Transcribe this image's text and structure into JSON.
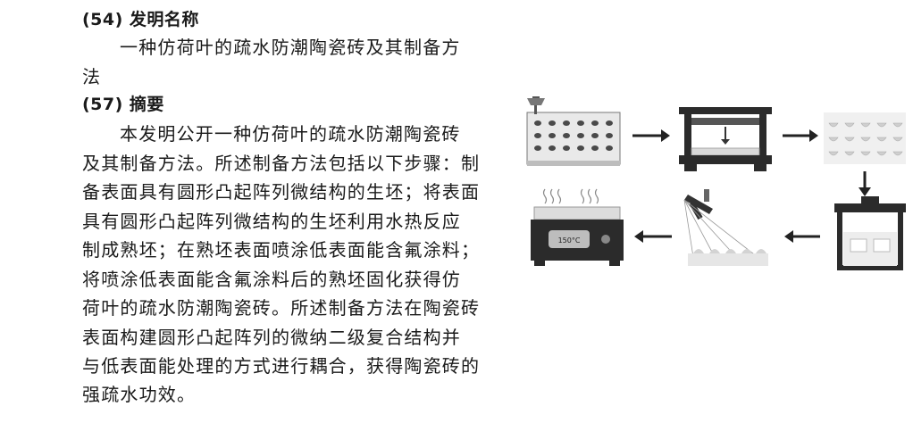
{
  "title_heading": "(54) 发明名称",
  "title_line1": "一种仿荷叶的疏水防潮陶瓷砖及其制备方",
  "title_line2": "法",
  "abstract_heading": "(57) 摘要",
  "abstract_lines": [
    "本发明公开一种仿荷叶的疏水防潮陶瓷砖",
    "及其制备方法。所述制备方法包括以下步骤：制",
    "备表面具有圆形凸起阵列微结构的生坯；将表面",
    "具有圆形凸起阵列微结构的生坯利用水热反应",
    "制成熟坯；在熟坯表面喷涂低表面能含氟涂料；",
    "将喷涂低表面能含氟涂料后的熟坯固化获得仿",
    "荷叶的疏水防潮陶瓷砖。所述制备方法在陶瓷砖",
    "表面构建圆形凸起阵列的微纳二级复合结构并",
    "与低表面能处理的方式进行耦合，获得陶瓷砖的",
    "强疏水功效。"
  ],
  "figure": {
    "oven_display": "150°C"
  }
}
